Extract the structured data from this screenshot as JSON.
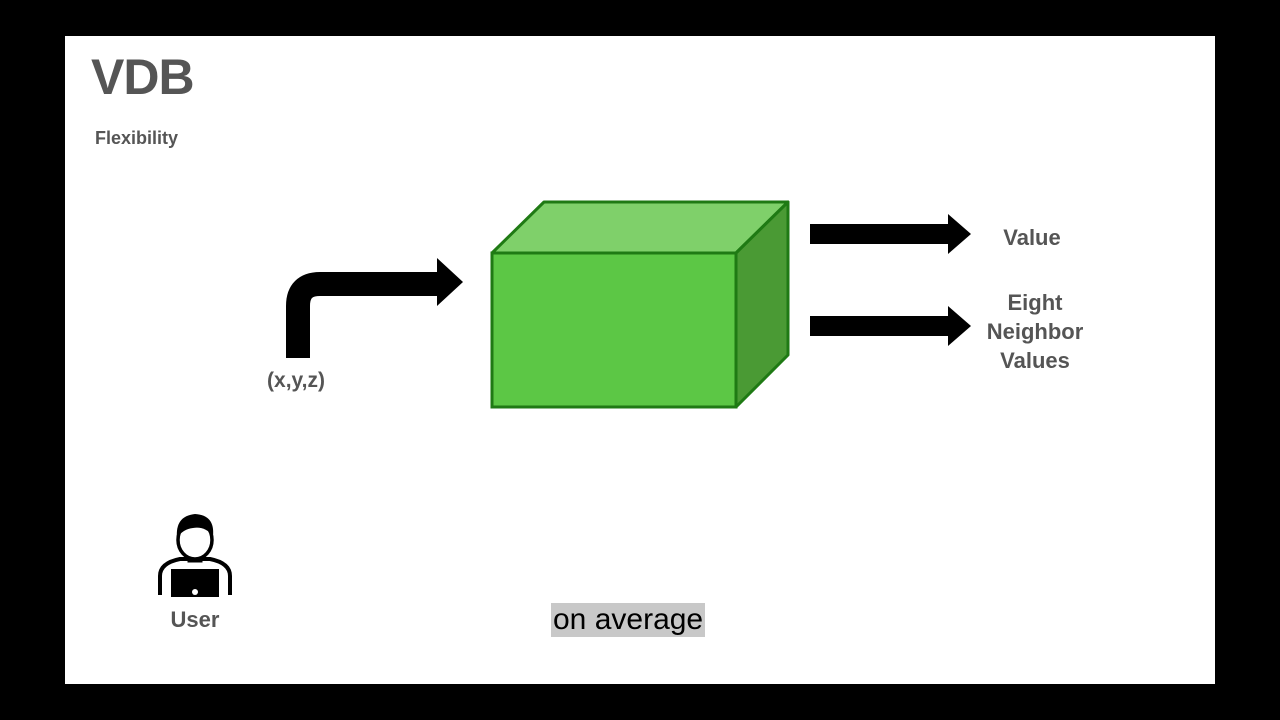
{
  "slide": {
    "title": "VDB",
    "subtitle": "Flexibility"
  },
  "diagram": {
    "input_label": "(x,y,z)",
    "outputs": {
      "value": "Value",
      "neighbors": [
        "Eight",
        "Neighbor",
        "Values"
      ]
    },
    "user_label": "User",
    "cube_colors": {
      "front": "#5cc745",
      "top": "#7fd06a",
      "side": "#4a9a34",
      "stroke": "#1f7a14"
    },
    "icons": {
      "input_arrow": "curved-arrow-icon",
      "output_arrows": "right-arrow-icon",
      "user": "person-at-laptop-icon"
    }
  },
  "caption": "on average"
}
